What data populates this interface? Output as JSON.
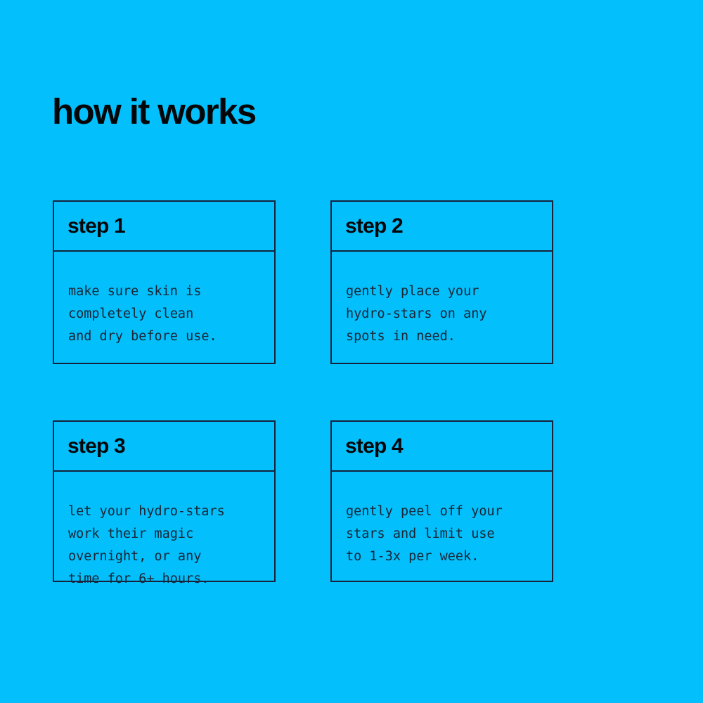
{
  "page": {
    "title": "how it works",
    "background_color": "#03bffb",
    "ink_color": "#15233d",
    "heading_color": "#050608",
    "body_text_color": "#1a2535"
  },
  "steps": [
    {
      "title": "step 1",
      "body": "make sure skin is\ncompletely clean\nand dry before use."
    },
    {
      "title": "step 2",
      "body": "gently place your\nhydro-stars on any\nspots in need."
    },
    {
      "title": "step 3",
      "body": "let your hydro-stars\nwork their magic\novernight, or any\ntime for 6+ hours."
    },
    {
      "title": "step 4",
      "body": "gently peel off your\nstars and limit use\nto 1-3x per week."
    }
  ]
}
